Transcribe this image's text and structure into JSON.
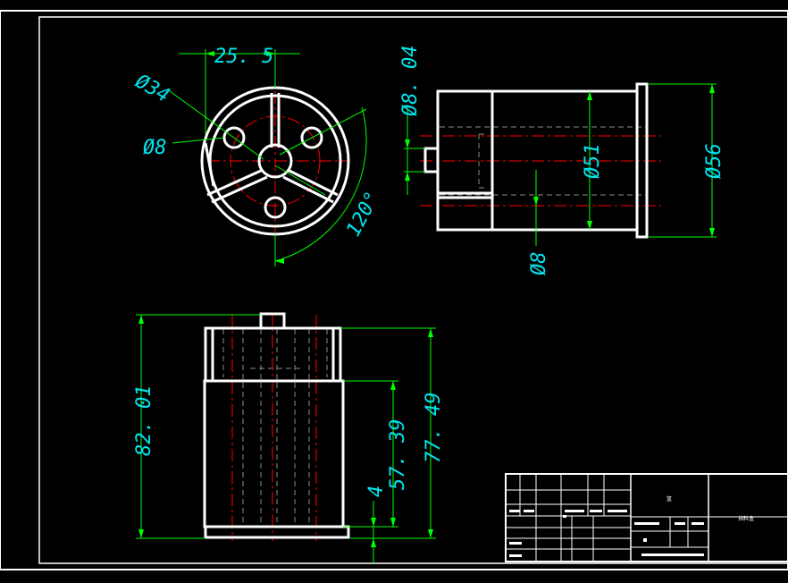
{
  "colors": {
    "background": "#000000",
    "frame": "#ffffff",
    "part_outline": "#ffffff",
    "dimension_line": "#00ff00",
    "dimension_text": "#00e5ee",
    "center_line": "#ff0000",
    "hidden_line": "#8c8c8c"
  },
  "top_view": {
    "dim_width": "25. 5",
    "dim_outer_dia": "Ø34",
    "dim_hole_dia": "Ø8",
    "dim_angle": "120°"
  },
  "right_view": {
    "dim_shaft_dia": "Ø8. 04",
    "dim_body_dia": "Ø51",
    "dim_flange_dia": "Ø56",
    "dim_hole_dia": "Ø8"
  },
  "front_view": {
    "dim_total_height": "82. 01",
    "dim_body_height": "77. 49",
    "dim_lower_height": "57. 39",
    "dim_base_thickness": "4"
  },
  "title_block": {
    "part_name": "篮",
    "drawing_number": "挡料盒"
  }
}
